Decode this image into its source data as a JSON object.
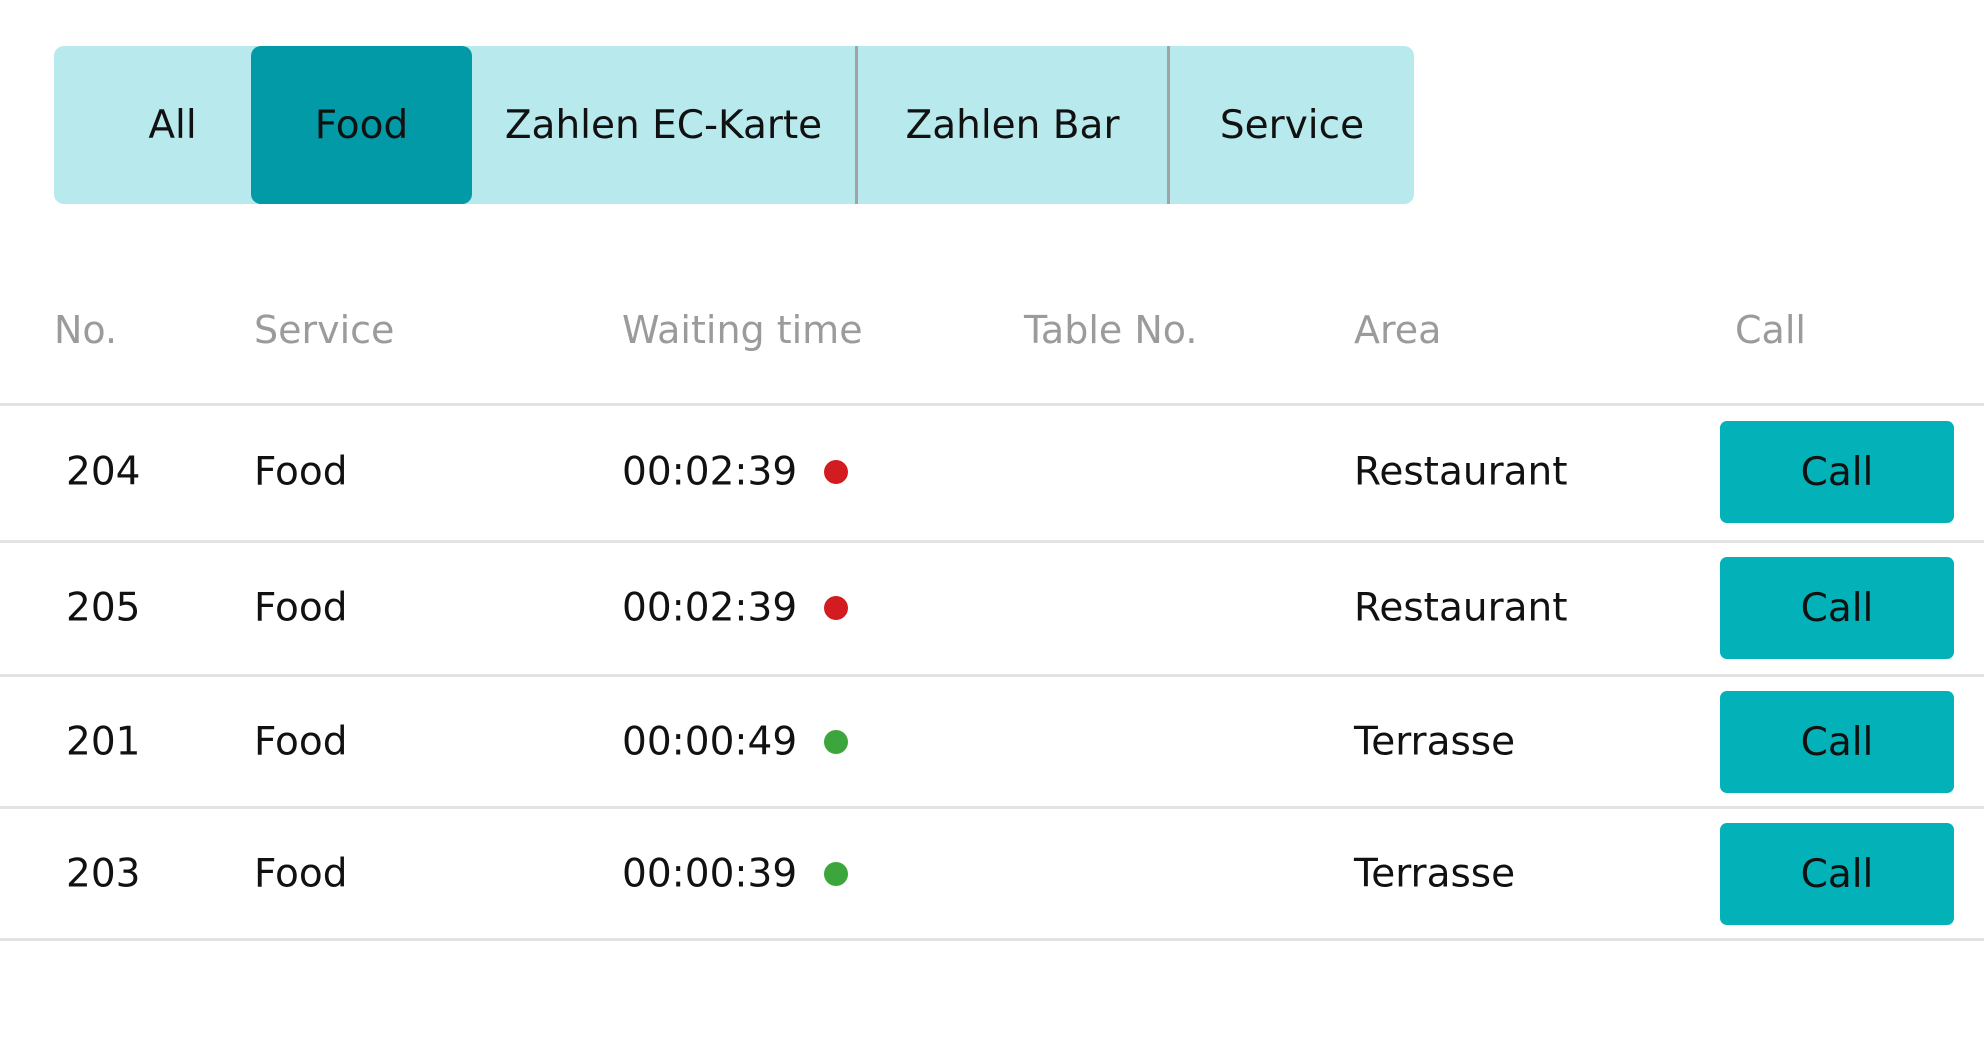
{
  "tabs": [
    {
      "label": "All",
      "active": false
    },
    {
      "label": "Food",
      "active": true
    },
    {
      "label": "Zahlen EC-Karte",
      "active": false
    },
    {
      "label": "Zahlen Bar",
      "active": false
    },
    {
      "label": "Service",
      "active": false
    }
  ],
  "table": {
    "headers": {
      "no": "No.",
      "service": "Service",
      "waiting_time": "Waiting time",
      "table_no": "Table No.",
      "area": "Area",
      "call": "Call"
    },
    "rows": [
      {
        "no": "204",
        "service": "Food",
        "waiting_time": "00:02:39",
        "status_color": "#d31c1f",
        "table_no": "",
        "area": "Restaurant",
        "call_label": "Call"
      },
      {
        "no": "205",
        "service": "Food",
        "waiting_time": "00:02:39",
        "status_color": "#d31c1f",
        "table_no": "",
        "area": "Restaurant",
        "call_label": "Call"
      },
      {
        "no": "201",
        "service": "Food",
        "waiting_time": "00:00:49",
        "status_color": "#3ca63c",
        "table_no": "",
        "area": "Terrasse",
        "call_label": "Call"
      },
      {
        "no": "203",
        "service": "Food",
        "waiting_time": "00:00:39",
        "status_color": "#3ca63c",
        "table_no": "",
        "area": "Terrasse",
        "call_label": "Call"
      }
    ]
  },
  "colors": {
    "tabbar_bg": "#b8e9ec",
    "tab_active_bg": "#019aa6",
    "call_button_bg": "#03b2b9",
    "header_text": "#9b9b9b"
  }
}
